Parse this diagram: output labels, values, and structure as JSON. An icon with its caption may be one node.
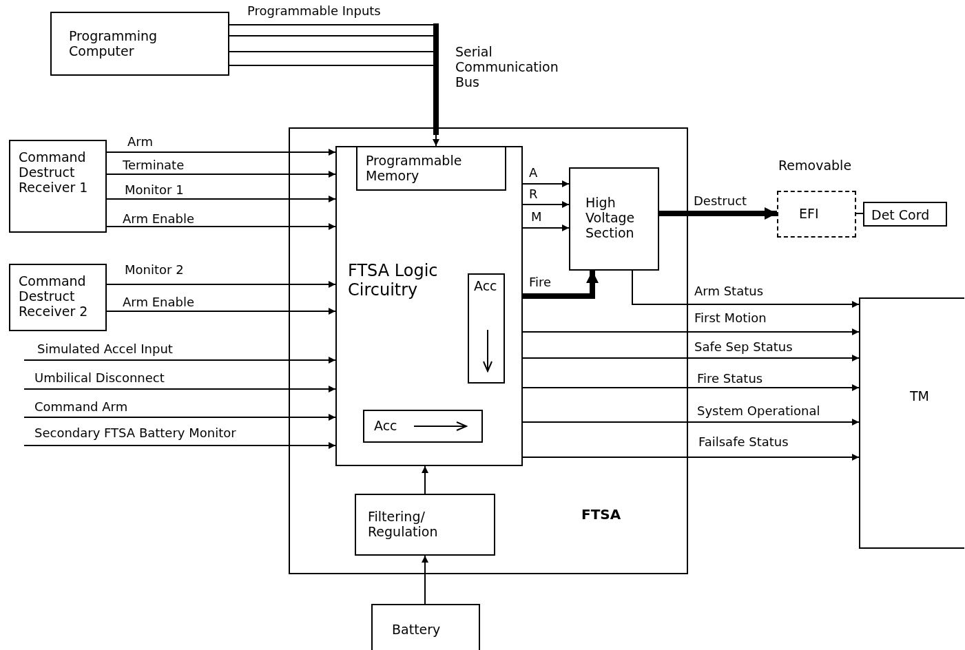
{
  "diagram": {
    "nodes": [
      {
        "text": [
          "Programming Computer"
        ]
      },
      {
        "text": [
          "FTSA"
        ]
      },
      {
        "text": [
          "FTSA Logic Circuitry"
        ],
        "in": 1
      },
      {
        "text": [
          "Programmable Memory"
        ],
        "in": 2
      },
      {
        "text": [
          "Acc"
        ],
        "in": 2
      },
      {
        "text": [
          "Acc"
        ],
        "in": 2
      },
      {
        "text": [
          "High Voltage Section"
        ],
        "in": 1
      },
      {
        "text": [
          "Filtering/ Regulation"
        ],
        "in": 1
      },
      {
        "text": [
          "Command Destruct Receiver 1"
        ]
      },
      {
        "text": [
          "Command Destruct Receiver 2"
        ]
      },
      {
        "text": [
          "EFI"
        ],
        "beside": [
          "Removable"
        ]
      },
      {
        "text": [
          "Det Cord"
        ]
      },
      {
        "text": [
          "TM"
        ]
      },
      {
        "text": [
          "Battery"
        ]
      }
    ],
    "edges": [
      {
        "from": 0,
        "to": 3,
        "arrow": "to",
        "label": "Programmable Inputs"
      },
      {
        "from": 8,
        "to": 2,
        "arrow": "to",
        "label": "Arm"
      },
      {
        "from": 8,
        "to": 2,
        "arrow": "to",
        "label": "Terminate"
      },
      {
        "from": 8,
        "to": 2,
        "arrow": "to",
        "label": "Monitor 1"
      },
      {
        "from": 8,
        "to": 2,
        "arrow": "to",
        "label": "Arm Enable"
      },
      {
        "from": 9,
        "to": 2,
        "arrow": "to",
        "label": "Monitor 2"
      },
      {
        "from": 9,
        "to": 2,
        "arrow": "to",
        "label": "Arm Enable"
      },
      {
        "from": null,
        "to": 2,
        "arrow": "to",
        "label": "Simulated Accel Input"
      },
      {
        "from": null,
        "to": 2,
        "arrow": "to",
        "label": "Umbilical Disconnect"
      },
      {
        "from": null,
        "to": 2,
        "arrow": "to",
        "label": "Command Arm"
      },
      {
        "from": null,
        "to": 2,
        "arrow": "to",
        "label": "Secondary FTSA Battery Monitor"
      },
      {
        "from": 2,
        "to": 6,
        "arrow": "to",
        "label": "A"
      },
      {
        "from": 2,
        "to": 6,
        "arrow": "to",
        "label": "R"
      },
      {
        "from": 2,
        "to": 6,
        "arrow": "to",
        "label": "M"
      },
      {
        "from": 2,
        "to": 6,
        "arrow": "to",
        "label": "Fire",
        "style": "thick"
      },
      {
        "from": 6,
        "to": 10,
        "arrow": "to",
        "label": "Destruct",
        "style": "thick"
      },
      {
        "from": 10,
        "to": 11,
        "arrow": "none"
      },
      {
        "from": 6,
        "to": 12,
        "arrow": "to",
        "label": "Arm Status"
      },
      {
        "from": 2,
        "to": 12,
        "arrow": "to",
        "label": "First Motion"
      },
      {
        "from": 2,
        "to": 12,
        "arrow": "to",
        "label": "Safe Sep Status"
      },
      {
        "from": 2,
        "to": 12,
        "arrow": "to",
        "label": "Fire Status"
      },
      {
        "from": 2,
        "to": 12,
        "arrow": "to",
        "label": "System Operational"
      },
      {
        "from": 2,
        "to": 12,
        "arrow": "to",
        "label": "Failsafe Status"
      },
      {
        "from": 7,
        "to": 2,
        "arrow": "to"
      },
      {
        "from": 13,
        "to": 7,
        "arrow": "to"
      }
    ],
    "labels": [
      "Serial Communication Bus"
    ]
  }
}
